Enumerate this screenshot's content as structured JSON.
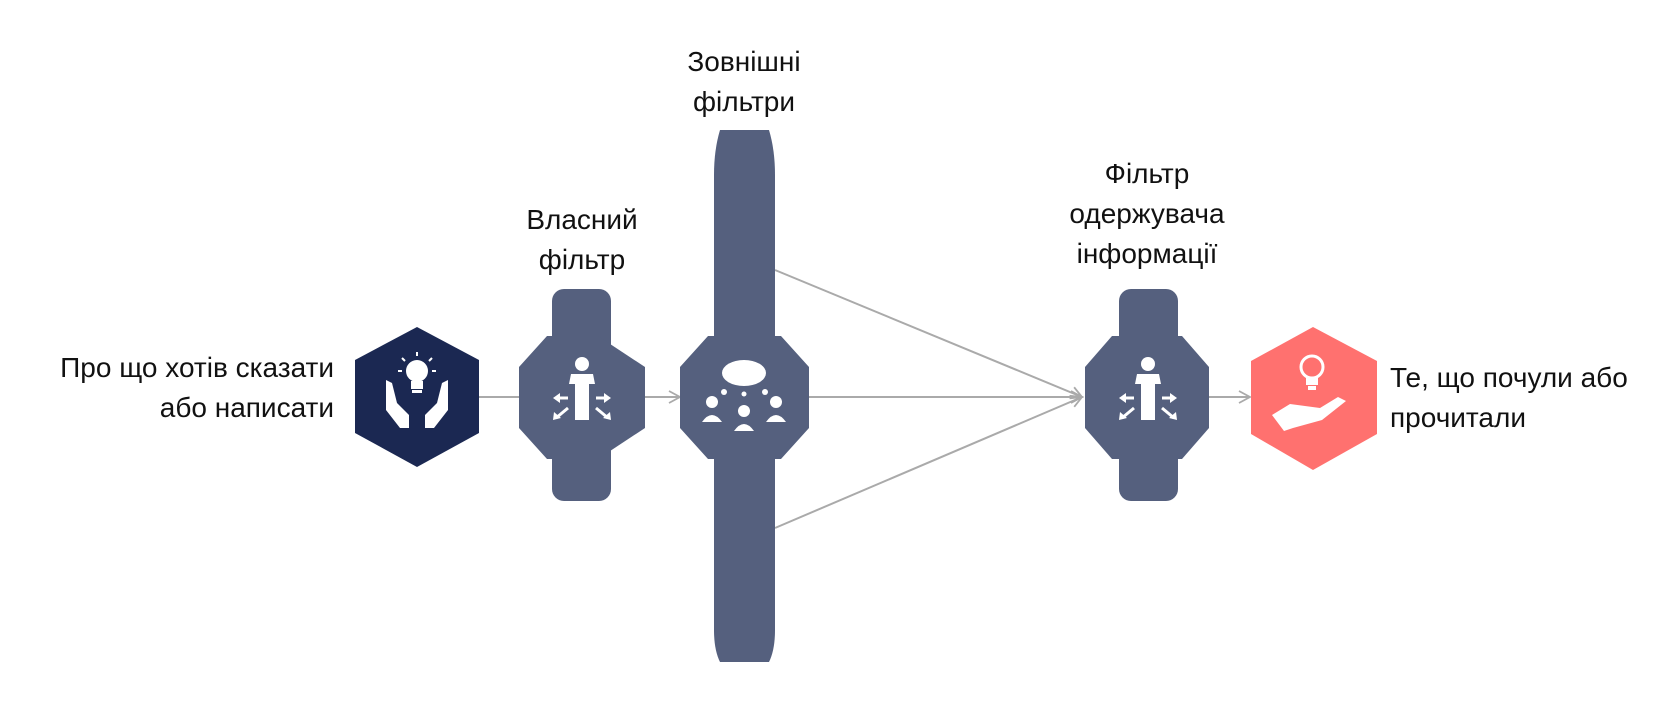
{
  "colors": {
    "source_hex": "#1b2852",
    "filter": "#55607e",
    "result_hex": "#ff716f",
    "arrow": "#aaaaaa",
    "icon": "#ffffff"
  },
  "labels": {
    "source": [
      "Про що хотів сказати",
      "або написати"
    ],
    "own_filter": [
      "Власний",
      "фільтр"
    ],
    "external_filters": [
      "Зовнішні",
      "фільтри"
    ],
    "receiver_filter": [
      "Фільтр",
      "одержувача",
      "інформації"
    ],
    "result": [
      "Те, що почули або",
      "прочитали"
    ]
  },
  "icons": {
    "source": "hands-lightbulb-icon",
    "own_filter": "person-arrows-icon",
    "external_filters": "people-discussion-icon",
    "receiver_filter": "person-arrows-icon",
    "result": "hand-lightbulb-icon"
  }
}
